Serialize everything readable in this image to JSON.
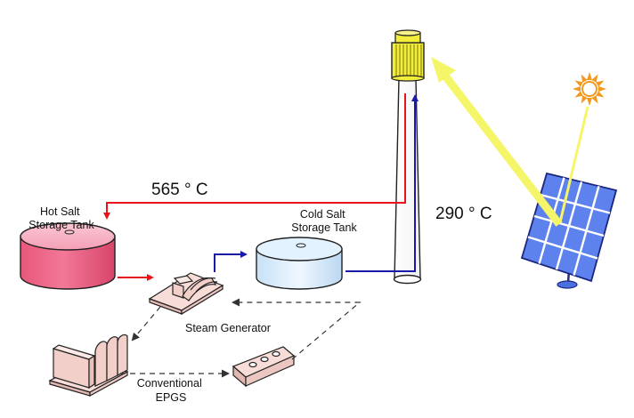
{
  "labels": {
    "hot_tank": [
      "Hot Salt",
      "Storage Tank"
    ],
    "cold_tank": [
      "Cold Salt",
      "Storage Tank"
    ],
    "hot_temp": "565 ° C",
    "cold_temp": "290 ° C",
    "steam_generator": "Steam Generator",
    "epgs": [
      "Conventional",
      "EPGS"
    ]
  },
  "colors": {
    "hot_line": "#e8141b",
    "cold_line": "#1a1aa8",
    "sunbeam": "#f5f56a",
    "sun": "#f39a1e",
    "hot_tank_fill": "#f7a3b8",
    "cold_tank_fill": "#dcefff",
    "receiver": "#f2ec3a",
    "heliostat": "#6c8ff0",
    "equipment_fill": "#f8dcd8"
  }
}
